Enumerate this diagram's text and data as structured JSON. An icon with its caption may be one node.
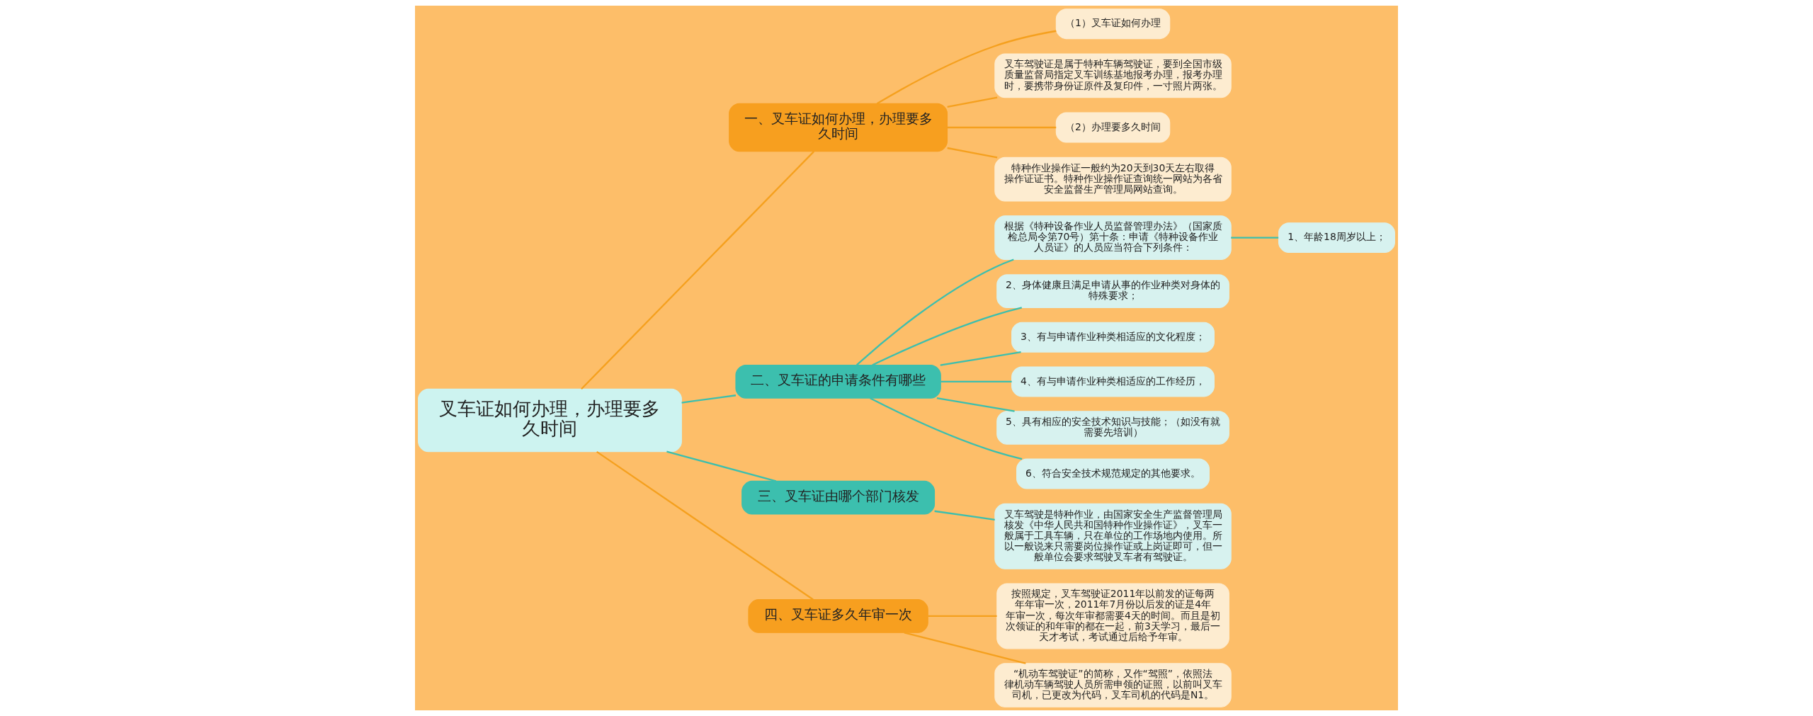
{
  "diagram": {
    "nodes": [
      {
        "text": [
          "叉车证如何办理，办理要多久时间"
        ]
      },
      {
        "text": [
          "一、叉车证如何办理，办理要多久时间"
        ]
      },
      {
        "text": [
          "（1）叉车证如何办理"
        ]
      },
      {
        "text": [
          "叉车驾驶证是属于特种车辆驾驶证，要到全国市级质量监督局指定叉车训练基地报考办理，报考办理时，要携带身份证原件及复印件，一寸照片两张。"
        ]
      },
      {
        "text": [
          "（2）办理要多久时间"
        ]
      },
      {
        "text": [
          "特种作业操作证一般约为20天到30天左右取得操作证证书。特种作业操作证查询统一网站为各省安全监督生产管理局网站查询。"
        ]
      },
      {
        "text": [
          "二、叉车证的申请条件有哪些"
        ]
      },
      {
        "text": [
          "根据《特种设备作业人员监督管理办法》（国家质检总局令第70号）第十条：申请《特种设备作业人员证》的人员应当符合下列条件："
        ]
      },
      {
        "text": [
          "1、年龄18周岁以上；"
        ]
      },
      {
        "text": [
          "2、身体健康且满足申请从事的作业种类对身体的特殊要求；"
        ]
      },
      {
        "text": [
          "3、有与申请作业种类相适应的文化程度；"
        ]
      },
      {
        "text": [
          "4、有与申请作业种类相适应的工作经历，"
        ]
      },
      {
        "text": [
          "5、具有相应的安全技术知识与技能；（如没有就需要先培训）"
        ]
      },
      {
        "text": [
          "6、符合安全技术规范规定的其他要求。"
        ]
      },
      {
        "text": [
          "三、叉车证由哪个部门核发"
        ]
      },
      {
        "text": [
          "叉车驾驶是特种作业，由国家安全生产监督管理局核发《中华人民共和国特种作业操作证》，叉车一般属于工具车辆，只在单位的工作场地内使用。所以一般说来只需要岗位操作证或上岗证即可，但一般单位会要求驾驶叉车者有驾驶证。"
        ]
      },
      {
        "text": [
          "四、叉车证多久年审一次"
        ]
      },
      {
        "text": [
          "按照规定，叉车驾驶证2011年以前发的证每两年年审一次，2011年7月份以后发的证是4年年审一次，每次年审都需要4天的时间。而且是初次领证的和年审的都在一起，前3天学习，最后一天才考试，考试通过后给予年审。"
        ]
      },
      {
        "text": [
          "“机动车驾驶证”的简称，又作“驾照”，依照法律机动车辆驾驶人员所需申领的证照，以前叫叉车司机，已更改为代码，叉车司机的代码是N1。"
        ]
      }
    ],
    "edges": [
      {
        "from": 0,
        "to": 1,
        "arrow": "none",
        "color": "#f5a01e"
      },
      {
        "from": 1,
        "to": 2,
        "arrow": "none",
        "color": "#f5a01e"
      },
      {
        "from": 1,
        "to": 3,
        "arrow": "none",
        "color": "#f5a01e"
      },
      {
        "from": 1,
        "to": 4,
        "arrow": "none",
        "color": "#f5a01e"
      },
      {
        "from": 1,
        "to": 5,
        "arrow": "none",
        "color": "#f5a01e"
      },
      {
        "from": 0,
        "to": 6,
        "arrow": "none"
      },
      {
        "from": 6,
        "to": 7,
        "arrow": "none"
      },
      {
        "from": 7,
        "to": 8,
        "arrow": "none"
      },
      {
        "from": 6,
        "to": 9,
        "arrow": "none"
      },
      {
        "from": 6,
        "to": 10,
        "arrow": "none"
      },
      {
        "from": 6,
        "to": 11,
        "arrow": "none"
      },
      {
        "from": 6,
        "to": 12,
        "arrow": "none"
      },
      {
        "from": 6,
        "to": 13,
        "arrow": "none"
      },
      {
        "from": 0,
        "to": 14,
        "arrow": "none"
      },
      {
        "from": 14,
        "to": 15,
        "arrow": "none"
      },
      {
        "from": 0,
        "to": 16,
        "arrow": "none",
        "color": "#f5a01e"
      },
      {
        "from": 16,
        "to": 17,
        "arrow": "none",
        "color": "#f5a01e"
      },
      {
        "from": 16,
        "to": 18,
        "arrow": "none",
        "color": "#f5a01e"
      }
    ]
  }
}
